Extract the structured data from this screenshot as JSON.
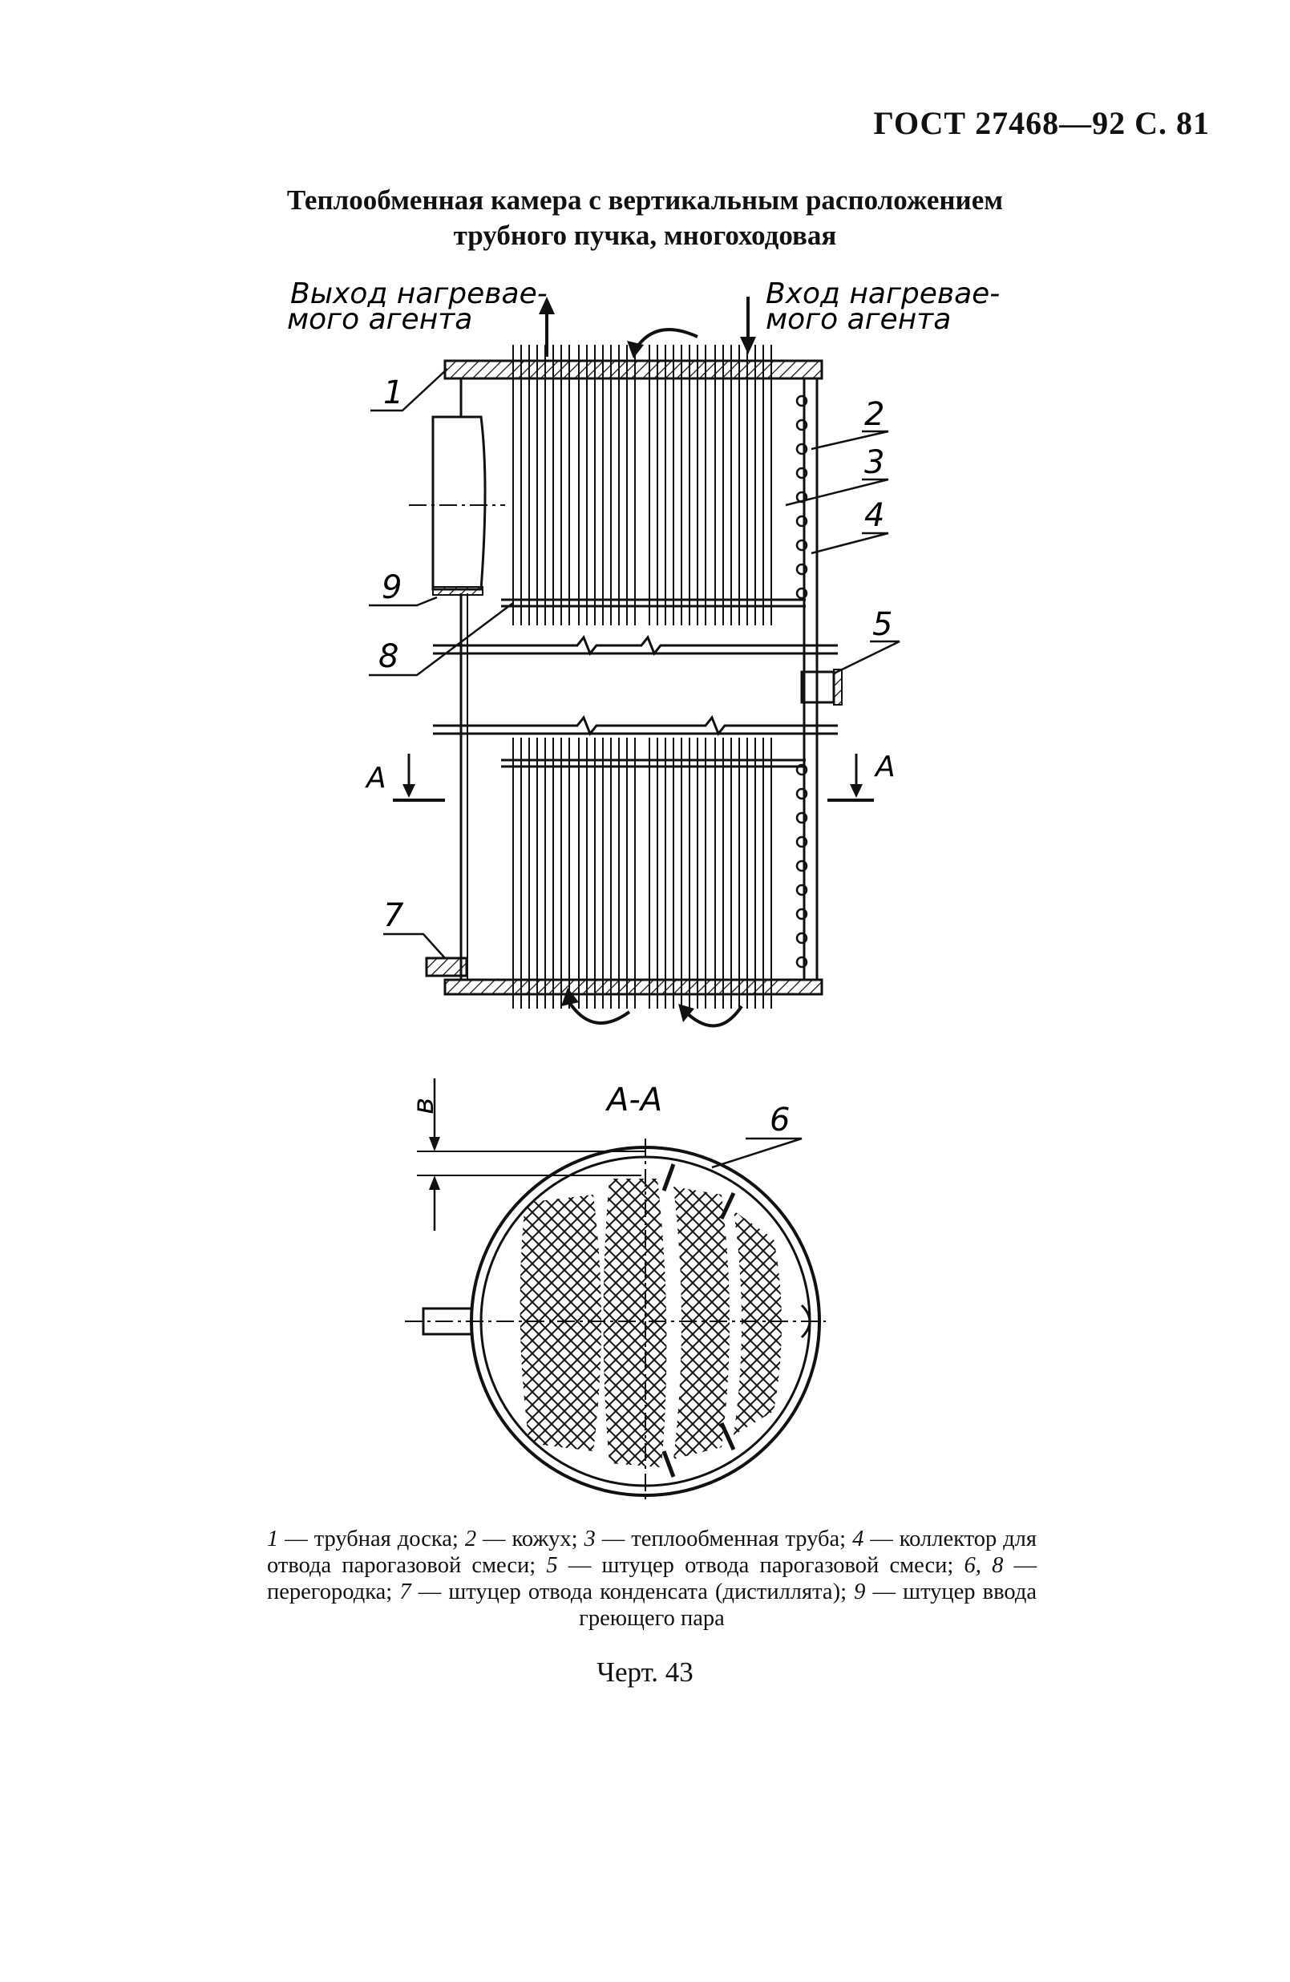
{
  "header": {
    "gost": "ГОСТ 27468—92 С. 81"
  },
  "title": {
    "line1": "Теплообменная камера с вертикальным расположением",
    "line2": "трубного пучка, многоходовая"
  },
  "figure": {
    "outlet_label": {
      "line1": "Выход нагревае-",
      "line2": "мого агента"
    },
    "inlet_label": {
      "line1": "Вход нагревае-",
      "line2": "мого агента"
    },
    "callouts": [
      "1",
      "2",
      "3",
      "4",
      "5",
      "6",
      "7",
      "8",
      "9"
    ],
    "section_mark": "A",
    "section_title": "A-A",
    "dimension_label": "в"
  },
  "caption": [
    {
      "num": "1",
      "text": " — трубная доска; "
    },
    {
      "num": "2",
      "text": " — кожух; "
    },
    {
      "num": "3",
      "text": " — теплообменная труба; "
    },
    {
      "num": "4",
      "text": " — коллектор для отвода парогазовой смеси; "
    },
    {
      "num": "5",
      "text": " — штуцер отвода парогазовой смеси; "
    },
    {
      "num": "6, 8",
      "text": " — перегородка; "
    },
    {
      "num": "7",
      "text": " — штуцер отвода конденсата (дистиллята); "
    },
    {
      "num": "9",
      "text": " — штуцер ввода греющего пара"
    }
  ],
  "figure_number": "Черт. 43"
}
